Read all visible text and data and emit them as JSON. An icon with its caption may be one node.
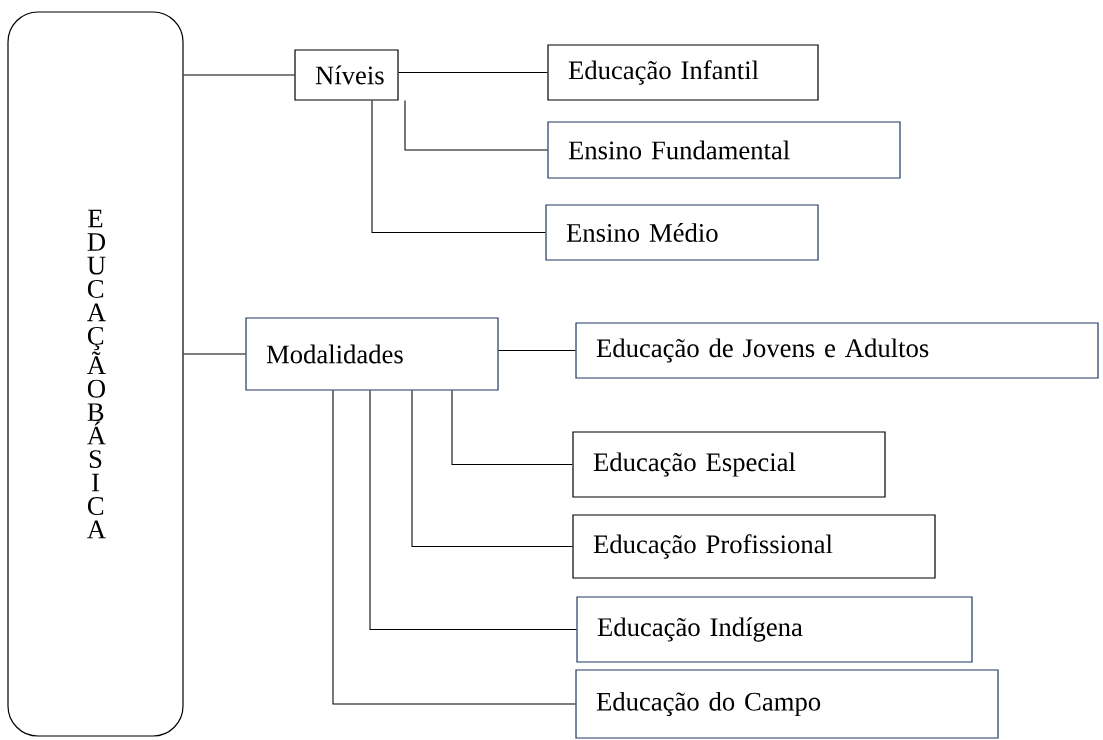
{
  "diagram": {
    "nodes": [
      {
        "text": [
          "EDUCAÇÃO BÁSICA"
        ]
      },
      {
        "text": [
          "Níveis"
        ]
      },
      {
        "text": [
          "Educação Infantil"
        ]
      },
      {
        "text": [
          "Ensino Fundamental"
        ]
      },
      {
        "text": [
          "Ensino Médio"
        ]
      },
      {
        "text": [
          "Modalidades"
        ]
      },
      {
        "text": [
          "Educação de Jovens e Adultos"
        ]
      },
      {
        "text": [
          "Educação Especial"
        ]
      },
      {
        "text": [
          "Educação Profissional"
        ]
      },
      {
        "text": [
          "Educação Indígena"
        ]
      },
      {
        "text": [
          "Educação do Campo"
        ]
      }
    ],
    "edges": [
      {
        "from": 0,
        "to": 1,
        "arrow": "none"
      },
      {
        "from": 1,
        "to": 2,
        "arrow": "none"
      },
      {
        "from": 1,
        "to": 3,
        "arrow": "none"
      },
      {
        "from": 1,
        "to": 4,
        "arrow": "none"
      },
      {
        "from": 0,
        "to": 5,
        "arrow": "none"
      },
      {
        "from": 5,
        "to": 6,
        "arrow": "none"
      },
      {
        "from": 5,
        "to": 7,
        "arrow": "none"
      },
      {
        "from": 5,
        "to": 8,
        "arrow": "none"
      },
      {
        "from": 5,
        "to": 9,
        "arrow": "none"
      },
      {
        "from": 5,
        "to": 10,
        "arrow": "none"
      }
    ]
  }
}
